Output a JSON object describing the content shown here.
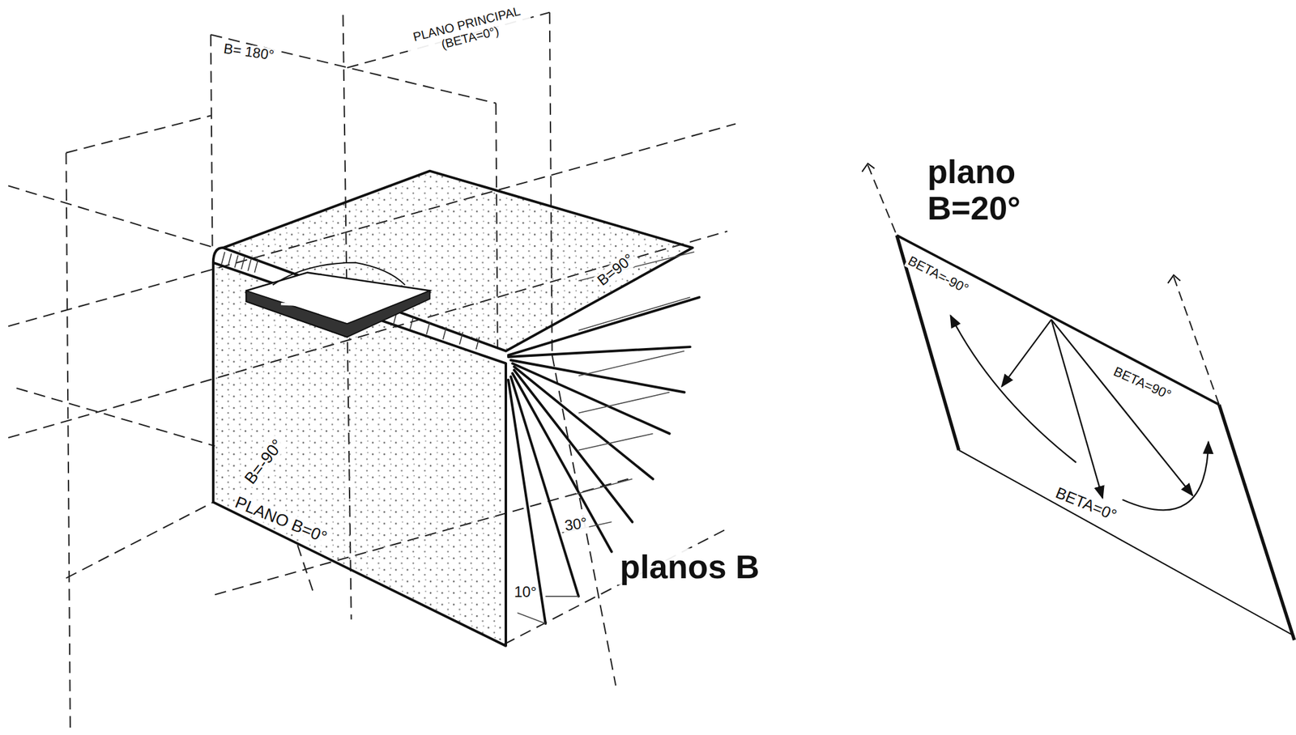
{
  "diagram": {
    "labels": [
      "B= 180°",
      "PLANO PRINCIPAL (BETA=0°)",
      "B=90°",
      "B=-90°",
      "PLANO B=0°",
      "30°",
      "10°",
      "planos B",
      "plano B=20°",
      "BETA=-90°",
      "BETA=90°",
      "BETA=0°"
    ]
  }
}
